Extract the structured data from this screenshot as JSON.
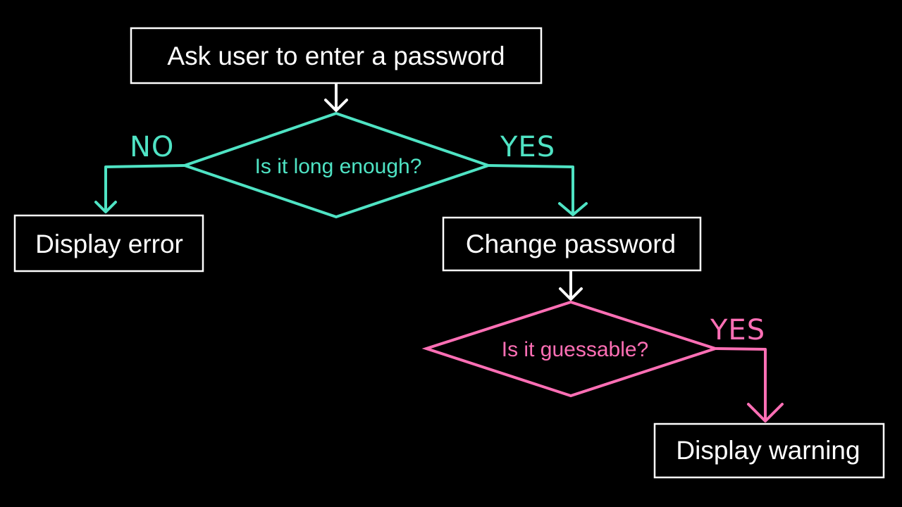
{
  "colors": {
    "background": "#000000",
    "box_stroke": "#ffffff",
    "box_text": "#ffffff",
    "decision_primary": "#4fe3c4",
    "decision_secondary": "#ff6fb5",
    "arrow_white": "#ffffff"
  },
  "boxes": {
    "ask_password": "Ask user to enter a password",
    "display_error": "Display error",
    "change_password": "Change password",
    "display_warning": "Display warning"
  },
  "decisions": {
    "long_enough": "Is it long enough?",
    "guessable": "Is it guessable?"
  },
  "labels": {
    "no_left": "NO",
    "yes_right": "YES",
    "yes_guessable": "YES"
  }
}
